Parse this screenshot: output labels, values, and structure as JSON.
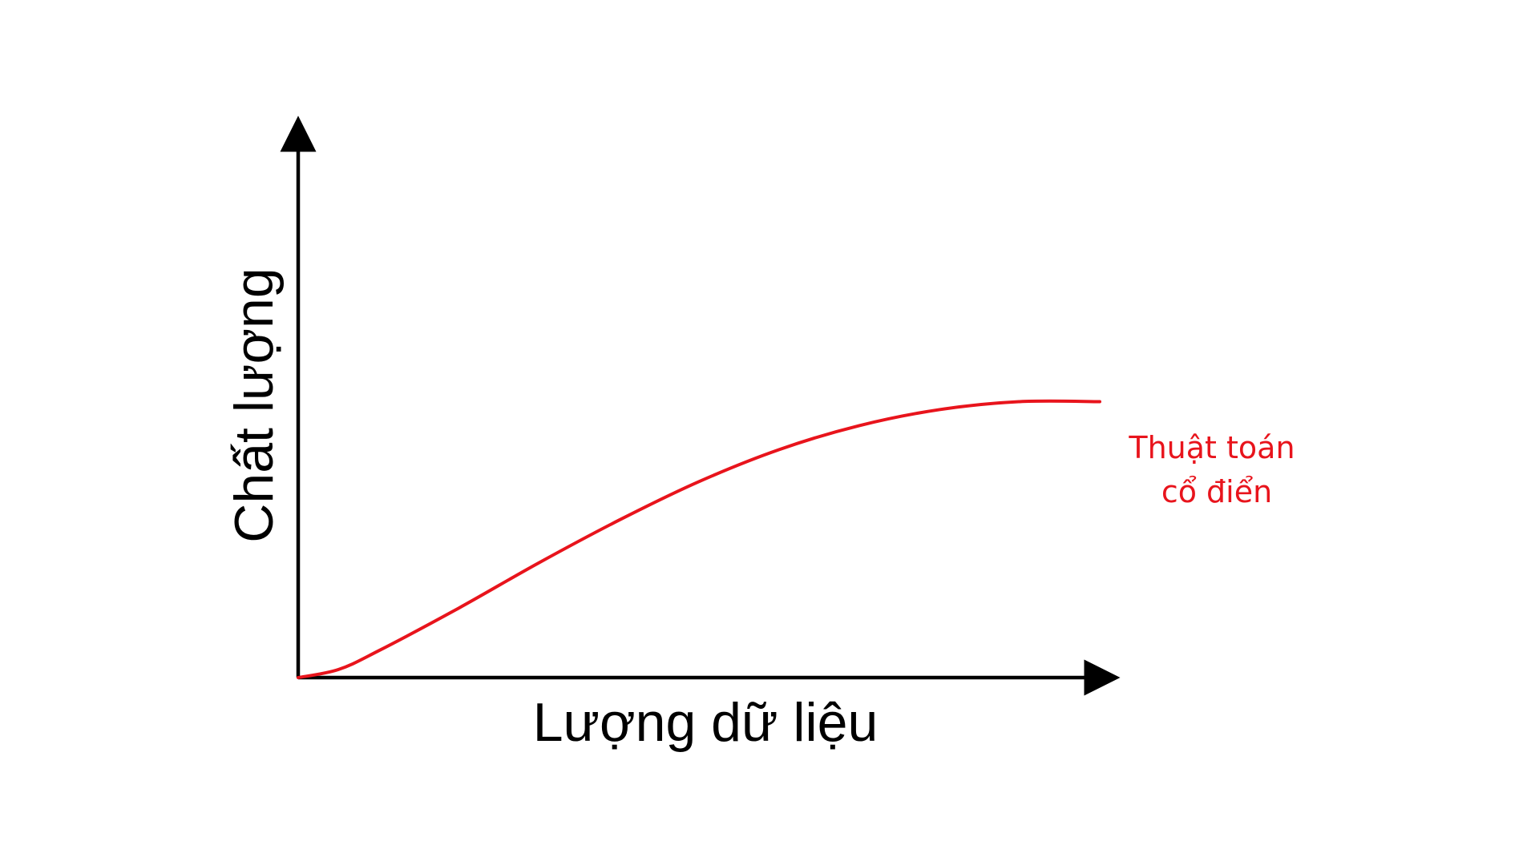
{
  "chart_data": {
    "type": "line",
    "title": "",
    "xlabel": "Lượng dữ liệu",
    "ylabel": "Chất lượng",
    "xlim": [
      0,
      1
    ],
    "ylim": [
      0,
      1
    ],
    "grid": false,
    "series": [
      {
        "name": "Thuật toán cổ điển",
        "name_lines": [
          "Thuật toán",
          "cổ điển"
        ],
        "color": "#e8141c",
        "x": [
          0,
          0.05,
          0.1,
          0.2,
          0.3,
          0.4,
          0.5,
          0.6,
          0.7,
          0.8,
          0.9,
          1.0
        ],
        "y": [
          0,
          0.012,
          0.04,
          0.104,
          0.172,
          0.236,
          0.294,
          0.342,
          0.378,
          0.402,
          0.414,
          0.414
        ]
      }
    ],
    "axis_color": "#000000"
  }
}
